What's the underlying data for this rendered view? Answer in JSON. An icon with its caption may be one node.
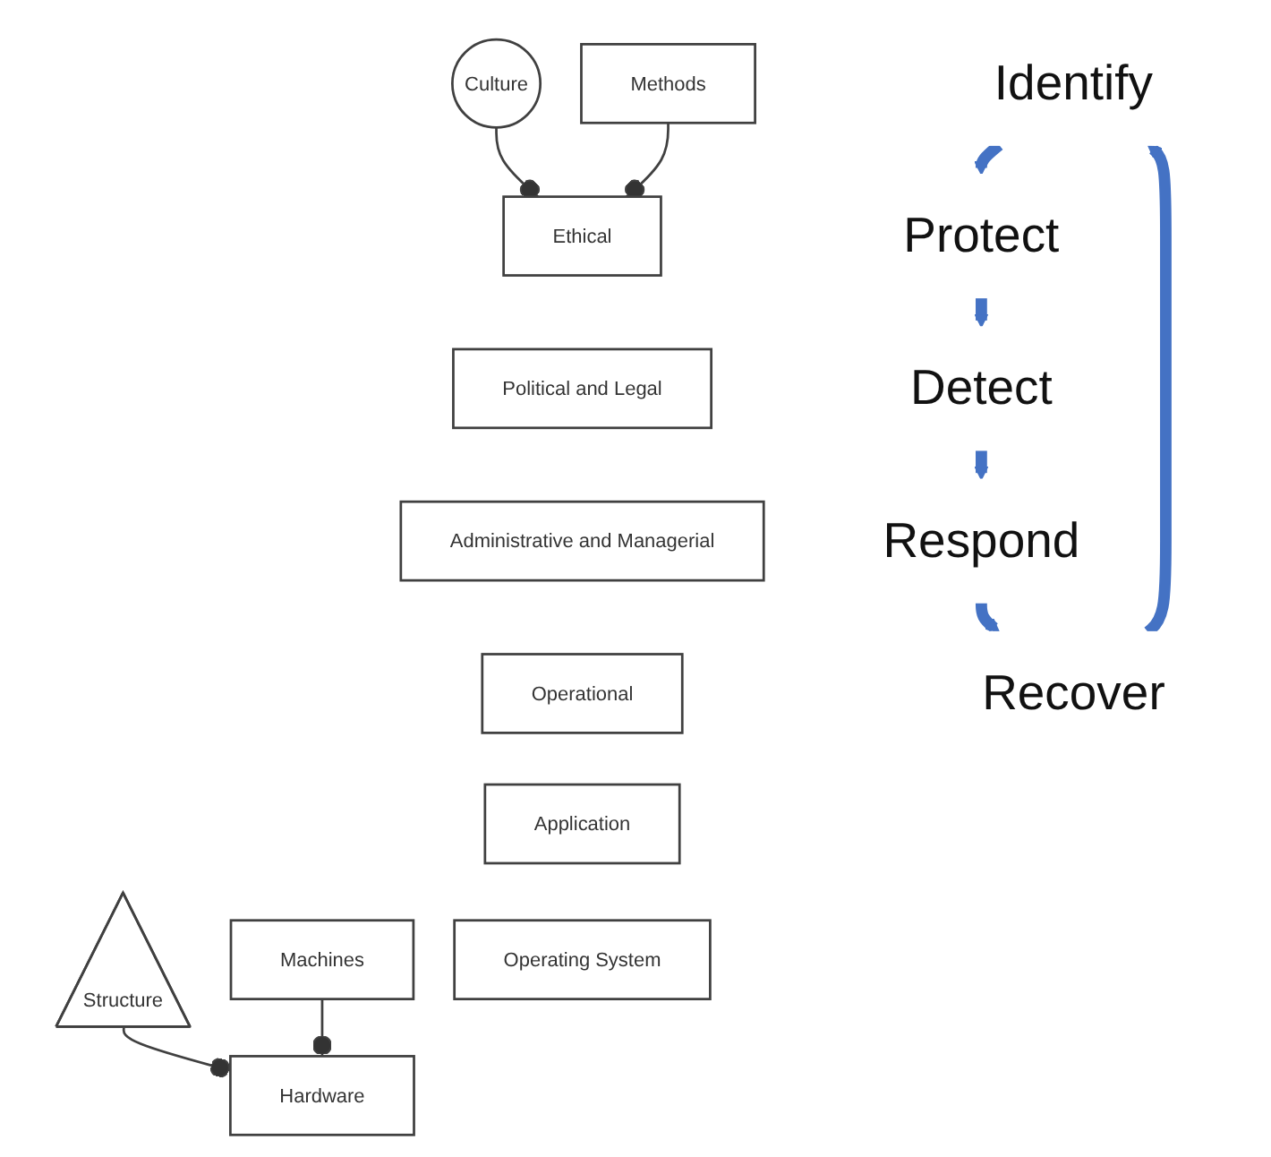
{
  "diagram": {
    "nodes": [
      {
        "text": [
          "Identify"
        ]
      },
      {
        "text": [
          "Protect"
        ]
      },
      {
        "text": [
          "Culture"
        ]
      },
      {
        "text": [
          "Methods"
        ]
      },
      {
        "text": [
          "Ethical"
        ]
      },
      {
        "text": [
          "Political and Legal"
        ]
      },
      {
        "text": [
          "Administrative and Managerial"
        ]
      },
      {
        "text": [
          "Operational"
        ]
      },
      {
        "text": [
          "Application"
        ]
      },
      {
        "text": [
          "Operating System"
        ]
      },
      {
        "text": [
          "Hardware"
        ]
      },
      {
        "text": [
          "Structure"
        ]
      },
      {
        "text": [
          "Machines"
        ]
      },
      {
        "text": [
          "Recover"
        ]
      },
      {
        "text": [
          "Detect"
        ]
      },
      {
        "text": [
          "Respond"
        ]
      }
    ],
    "edges": [
      {
        "from": 0,
        "to": 1,
        "arrow": "to"
      },
      {
        "from": 1,
        "to": 14,
        "arrow": "to"
      },
      {
        "from": 14,
        "to": 15,
        "arrow": "to"
      },
      {
        "from": 15,
        "to": 13,
        "arrow": "to"
      },
      {
        "from": 13,
        "to": 0,
        "arrow": "to"
      },
      {
        "from": 2,
        "to": 4,
        "arrow": "other",
        "color": "#404040"
      },
      {
        "from": 3,
        "to": 4,
        "arrow": "other",
        "color": "#404040"
      },
      {
        "from": 11,
        "to": 10,
        "arrow": "other",
        "color": "#404040"
      },
      {
        "from": 12,
        "to": 10,
        "arrow": "other",
        "color": "#404040"
      }
    ]
  }
}
